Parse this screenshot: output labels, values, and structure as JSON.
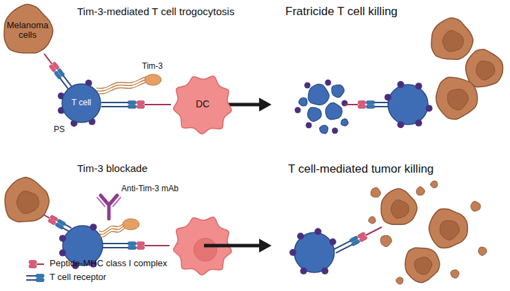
{
  "diagram": {
    "nodes": [
      {
        "text": [
          "Melanoma cells"
        ]
      },
      {
        "text": [
          "T cell"
        ]
      },
      {
        "text": [
          "DC"
        ]
      }
    ],
    "labels": [
      "Tim-3-mediated T cell trogocytosis",
      "Tim-3",
      "PS",
      "Fratricide T cell killing",
      "Tim-3 blockade",
      "Anti-Tim-3 mAb",
      "T cell-mediated tumor killing"
    ],
    "legend": [
      {
        "text": "Peptide-MHC class I complex"
      },
      {
        "text": "T cell receptor"
      }
    ]
  }
}
